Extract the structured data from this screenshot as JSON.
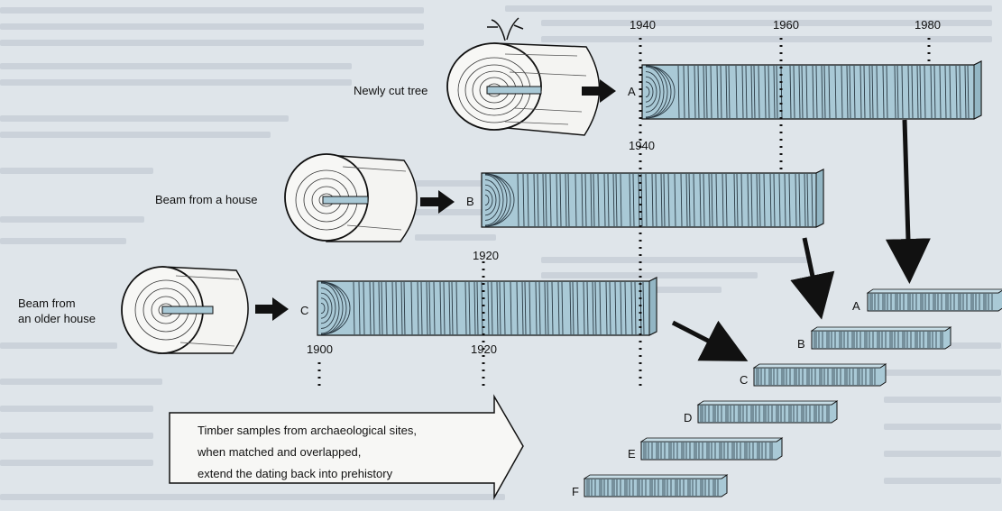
{
  "labels": {
    "newly_cut_tree": "Newly cut tree",
    "beam_house": "Beam from a house",
    "beam_older_house_line1": "Beam from",
    "beam_older_house_line2": "an older house"
  },
  "years": {
    "y1940_top": "1940",
    "y1960": "1960",
    "y1980": "1980",
    "y1940_mid": "1940",
    "y1920_mid": "1920",
    "y1900": "1900",
    "y1920_low": "1920"
  },
  "log_letters": {
    "a": "A",
    "b": "B",
    "c": "C"
  },
  "sequence_letters": [
    "A",
    "B",
    "C",
    "D",
    "E",
    "F"
  ],
  "callout": {
    "line1": "Timber samples from archaeological sites,",
    "line2": "when matched and overlapped,",
    "line3": "extend the dating back into prehistory"
  },
  "colors": {
    "timber": "#a9c9d6",
    "timber_dark": "#2b3a44",
    "arrow": "#111111"
  }
}
